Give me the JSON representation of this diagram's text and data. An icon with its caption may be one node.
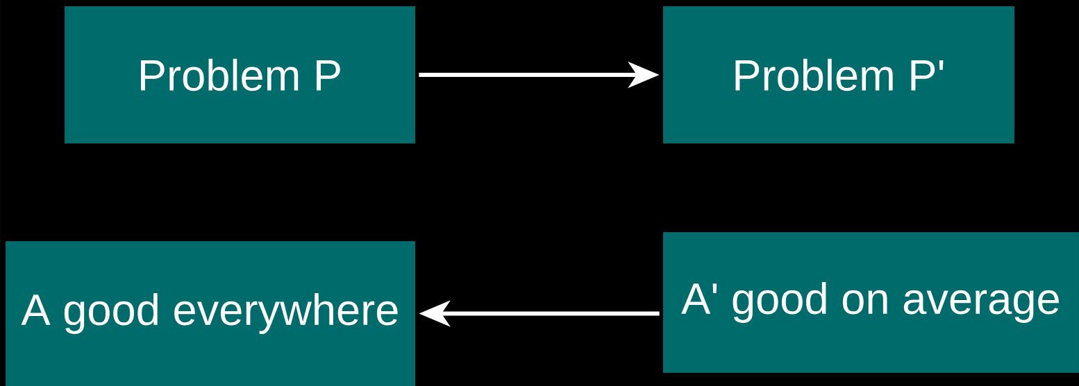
{
  "diagram": {
    "nodes": [
      {
        "text": [
          "Problem P"
        ]
      },
      {
        "text": [
          "Problem P'"
        ]
      },
      {
        "text": [
          "A good everywhere"
        ]
      },
      {
        "text": [
          "A' good on average"
        ]
      }
    ],
    "edges": [
      {
        "from": 0,
        "to": 1,
        "arrow": "to"
      },
      {
        "from": 3,
        "to": 2,
        "arrow": "to"
      }
    ]
  }
}
